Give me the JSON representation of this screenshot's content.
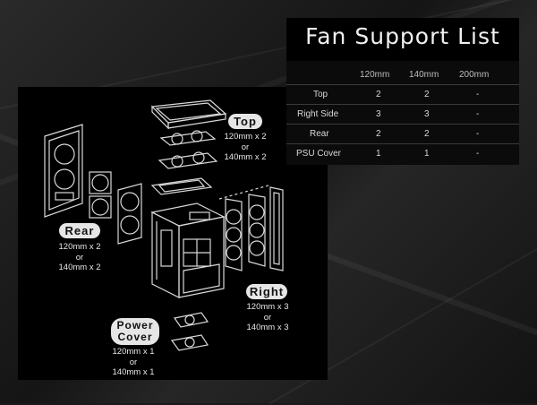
{
  "table": {
    "title": "Fan Support List",
    "headers": [
      "120mm",
      "140mm",
      "200mm"
    ],
    "rows": [
      {
        "label": "Top",
        "values": [
          "2",
          "2",
          "-"
        ]
      },
      {
        "label": "Right Side",
        "values": [
          "3",
          "3",
          "-"
        ]
      },
      {
        "label": "Rear",
        "values": [
          "2",
          "2",
          "-"
        ]
      },
      {
        "label": "PSU Cover",
        "values": [
          "1",
          "1",
          "-"
        ]
      }
    ]
  },
  "diagram": {
    "top": {
      "label": "Top",
      "spec": [
        "120mm x 2",
        "or",
        "140mm x 2"
      ]
    },
    "rear": {
      "label": "Rear",
      "spec": [
        "120mm x 2",
        "or",
        "140mm x 2"
      ]
    },
    "right": {
      "label": "Right",
      "spec": [
        "120mm x 3",
        "or",
        "140mm x 3"
      ]
    },
    "psu": {
      "label": [
        "Power",
        "Cover"
      ],
      "spec": [
        "120mm x 1",
        "or",
        "140mm x 1"
      ]
    }
  },
  "colors": {
    "background": "#1a1a1a",
    "panel": "#000000",
    "line": "#d9d9d9",
    "pill": "#e6e6e6"
  }
}
